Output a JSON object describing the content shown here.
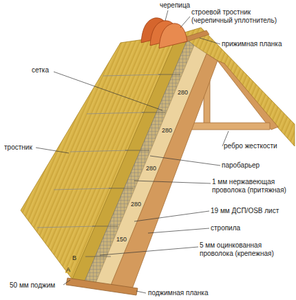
{
  "diagram": {
    "labels": [
      "черепица",
      "строевой тростник (черепичный уплотнитель)",
      "прижимная планка",
      "сетка",
      "тростник",
      "ребро жесткости",
      "паробарьер",
      "1 мм нержавеющая проволока (притяжная)",
      "19 мм ДСП/OSB лист",
      "стропила",
      "5 мм оцинкованная проволока (крепежная)",
      "50 мм поджим",
      "поджимная планка",
      "280",
      "280",
      "280",
      "280",
      "150",
      "В",
      "А"
    ]
  }
}
